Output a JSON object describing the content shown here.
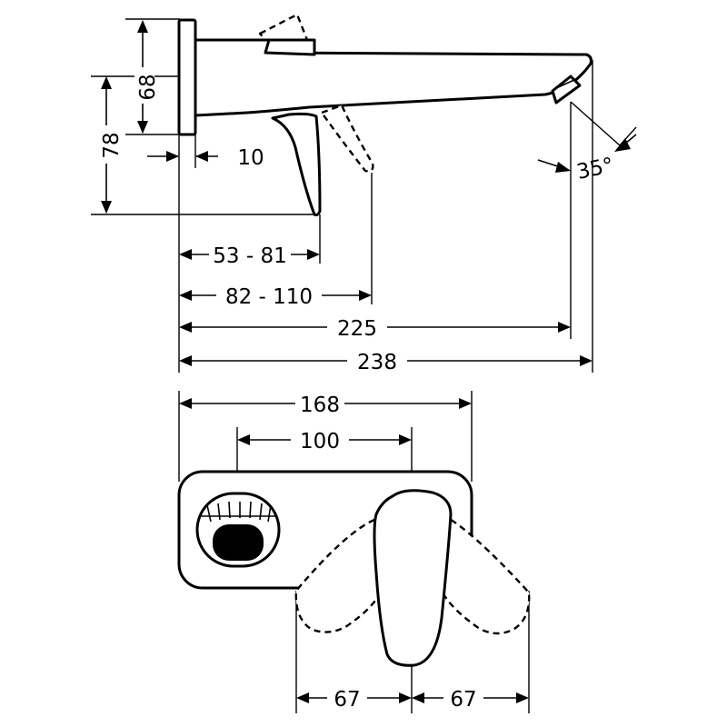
{
  "colors": {
    "line": "#000000",
    "background": "#ffffff"
  },
  "dimensions": {
    "height_68": "68",
    "height_78": "78",
    "plate_10": "10",
    "angle_35": "35°",
    "range_53_81": "53 - 81",
    "range_82_110": "82 - 110",
    "projection_225": "225",
    "projection_238": "238",
    "width_168": "168",
    "spacing_100": "100",
    "swing_left_67": "67",
    "swing_right_67": "67"
  }
}
